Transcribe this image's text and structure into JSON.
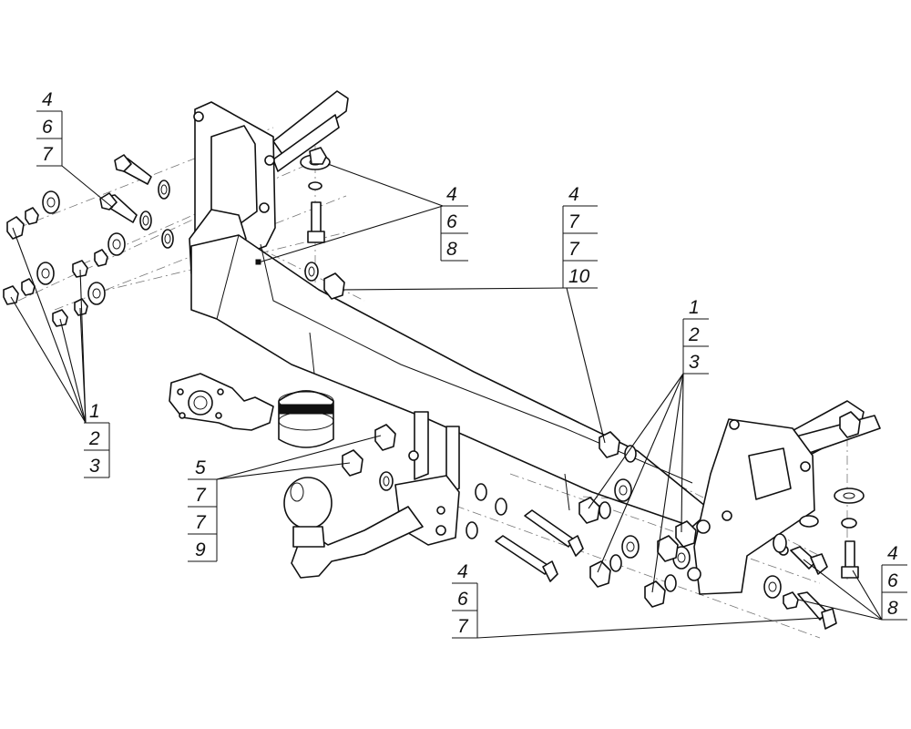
{
  "callouts": {
    "left_top": [
      "4",
      "6",
      "7"
    ],
    "left_bottom": [
      "1",
      "2",
      "3"
    ],
    "center_top": [
      "4",
      "6",
      "8"
    ],
    "center_right": [
      "4",
      "7",
      "7",
      "10"
    ],
    "right_middle": [
      "1",
      "2",
      "3"
    ],
    "ball_left": [
      "5",
      "7",
      "7",
      "9"
    ],
    "bottom_center": [
      "4",
      "6",
      "7"
    ],
    "right_bottom": [
      "4",
      "6",
      "8"
    ]
  }
}
